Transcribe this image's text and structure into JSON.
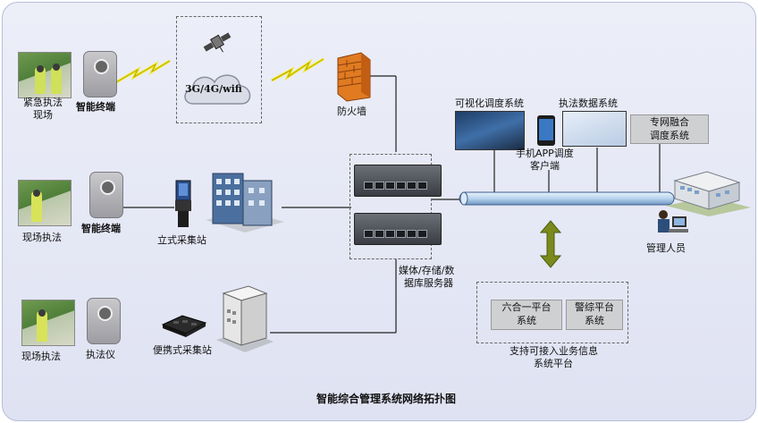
{
  "title": "智能综合管理系统网络拓扑图",
  "row1": {
    "scene_label_1": "紧急执法",
    "scene_label_2": "现场",
    "terminal_label": "智能终端",
    "network_label": "3G/4G/wifi",
    "firewall_label": "防火墙"
  },
  "row2": {
    "scene_label": "现场执法",
    "terminal_label": "智能终端",
    "station_label": "立式采集站"
  },
  "row3": {
    "scene_label": "现场执法",
    "device_label": "执法仪",
    "station_label": "便携式采集站"
  },
  "servers": {
    "label_1": "媒体/存储/数",
    "label_2": "据库服务器"
  },
  "systems": {
    "visual_dispatch": "可视化调度系统",
    "enforcement_data": "执法数据系统",
    "mobile_app_1": "手机APP调度",
    "mobile_app_2": "客户端",
    "private_net_1": "专网融合",
    "private_net_2": "调度系统",
    "manager": "管理人员"
  },
  "platforms": {
    "p1_line1": "六合一平台",
    "p1_line2": "系统",
    "p2_line1": "警综平台",
    "p2_line2": "系统",
    "caption_1": "支持可接入业务信息",
    "caption_2": "系统平台"
  },
  "colors": {
    "lightning": "#f2ea2a",
    "backbone": "#b8d4ee",
    "arrow": "#7a8a1c",
    "firewall": "#e07b22"
  }
}
